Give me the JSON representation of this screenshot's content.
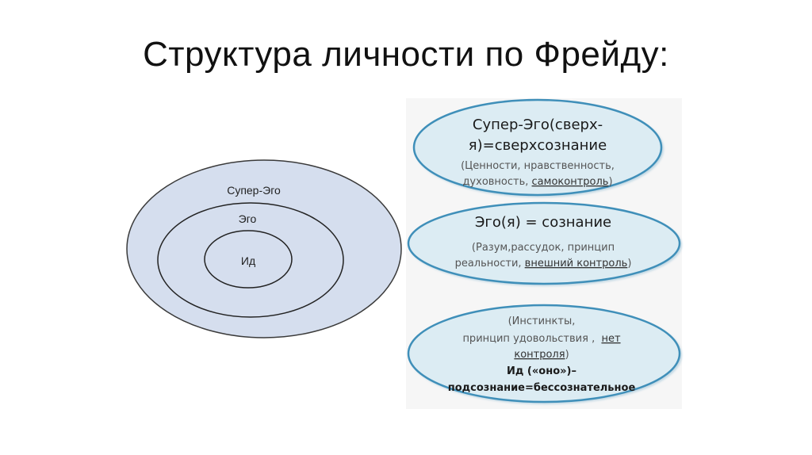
{
  "title": "Структура личности по Фрейду:",
  "left_diagram": {
    "rings": [
      {
        "label": "Супер-Эго"
      },
      {
        "label": "Эго"
      },
      {
        "label": "Ид"
      }
    ]
  },
  "right_panel": {
    "superego": {
      "heading_line1": "Супер-Эго(сверх-",
      "heading_line2": "я)=сверхсознание",
      "desc_line1": "(Ценности, нравственность,",
      "desc_line2_part1": "духовность, ",
      "desc_line2_link": "самоконтроль",
      "desc_line2_part2": ")"
    },
    "ego": {
      "heading": "Эго(я) = сознание",
      "desc_line1": "(Разум,рассудок, принцип",
      "desc_line2_part1": "реальности, ",
      "desc_line2_link": "внешний контроль",
      "desc_line2_part2": ")"
    },
    "id": {
      "desc_line1": "(Инстинкты,",
      "desc_line2_part1": "принцип удовольствия ,  ",
      "desc_line2_link": "нет",
      "desc_line3_link": "контроля",
      "desc_line3_part2": ")",
      "heading_line1": "Ид («оно»)–",
      "heading_line2": "подсознание=бессознательное"
    }
  },
  "colors": {
    "left_fill": "#d5deee",
    "ellipse_fill": "#dcecf3",
    "ellipse_stroke": "#3f8fb9",
    "text_dark": "#222222",
    "text_gray": "#555555"
  }
}
